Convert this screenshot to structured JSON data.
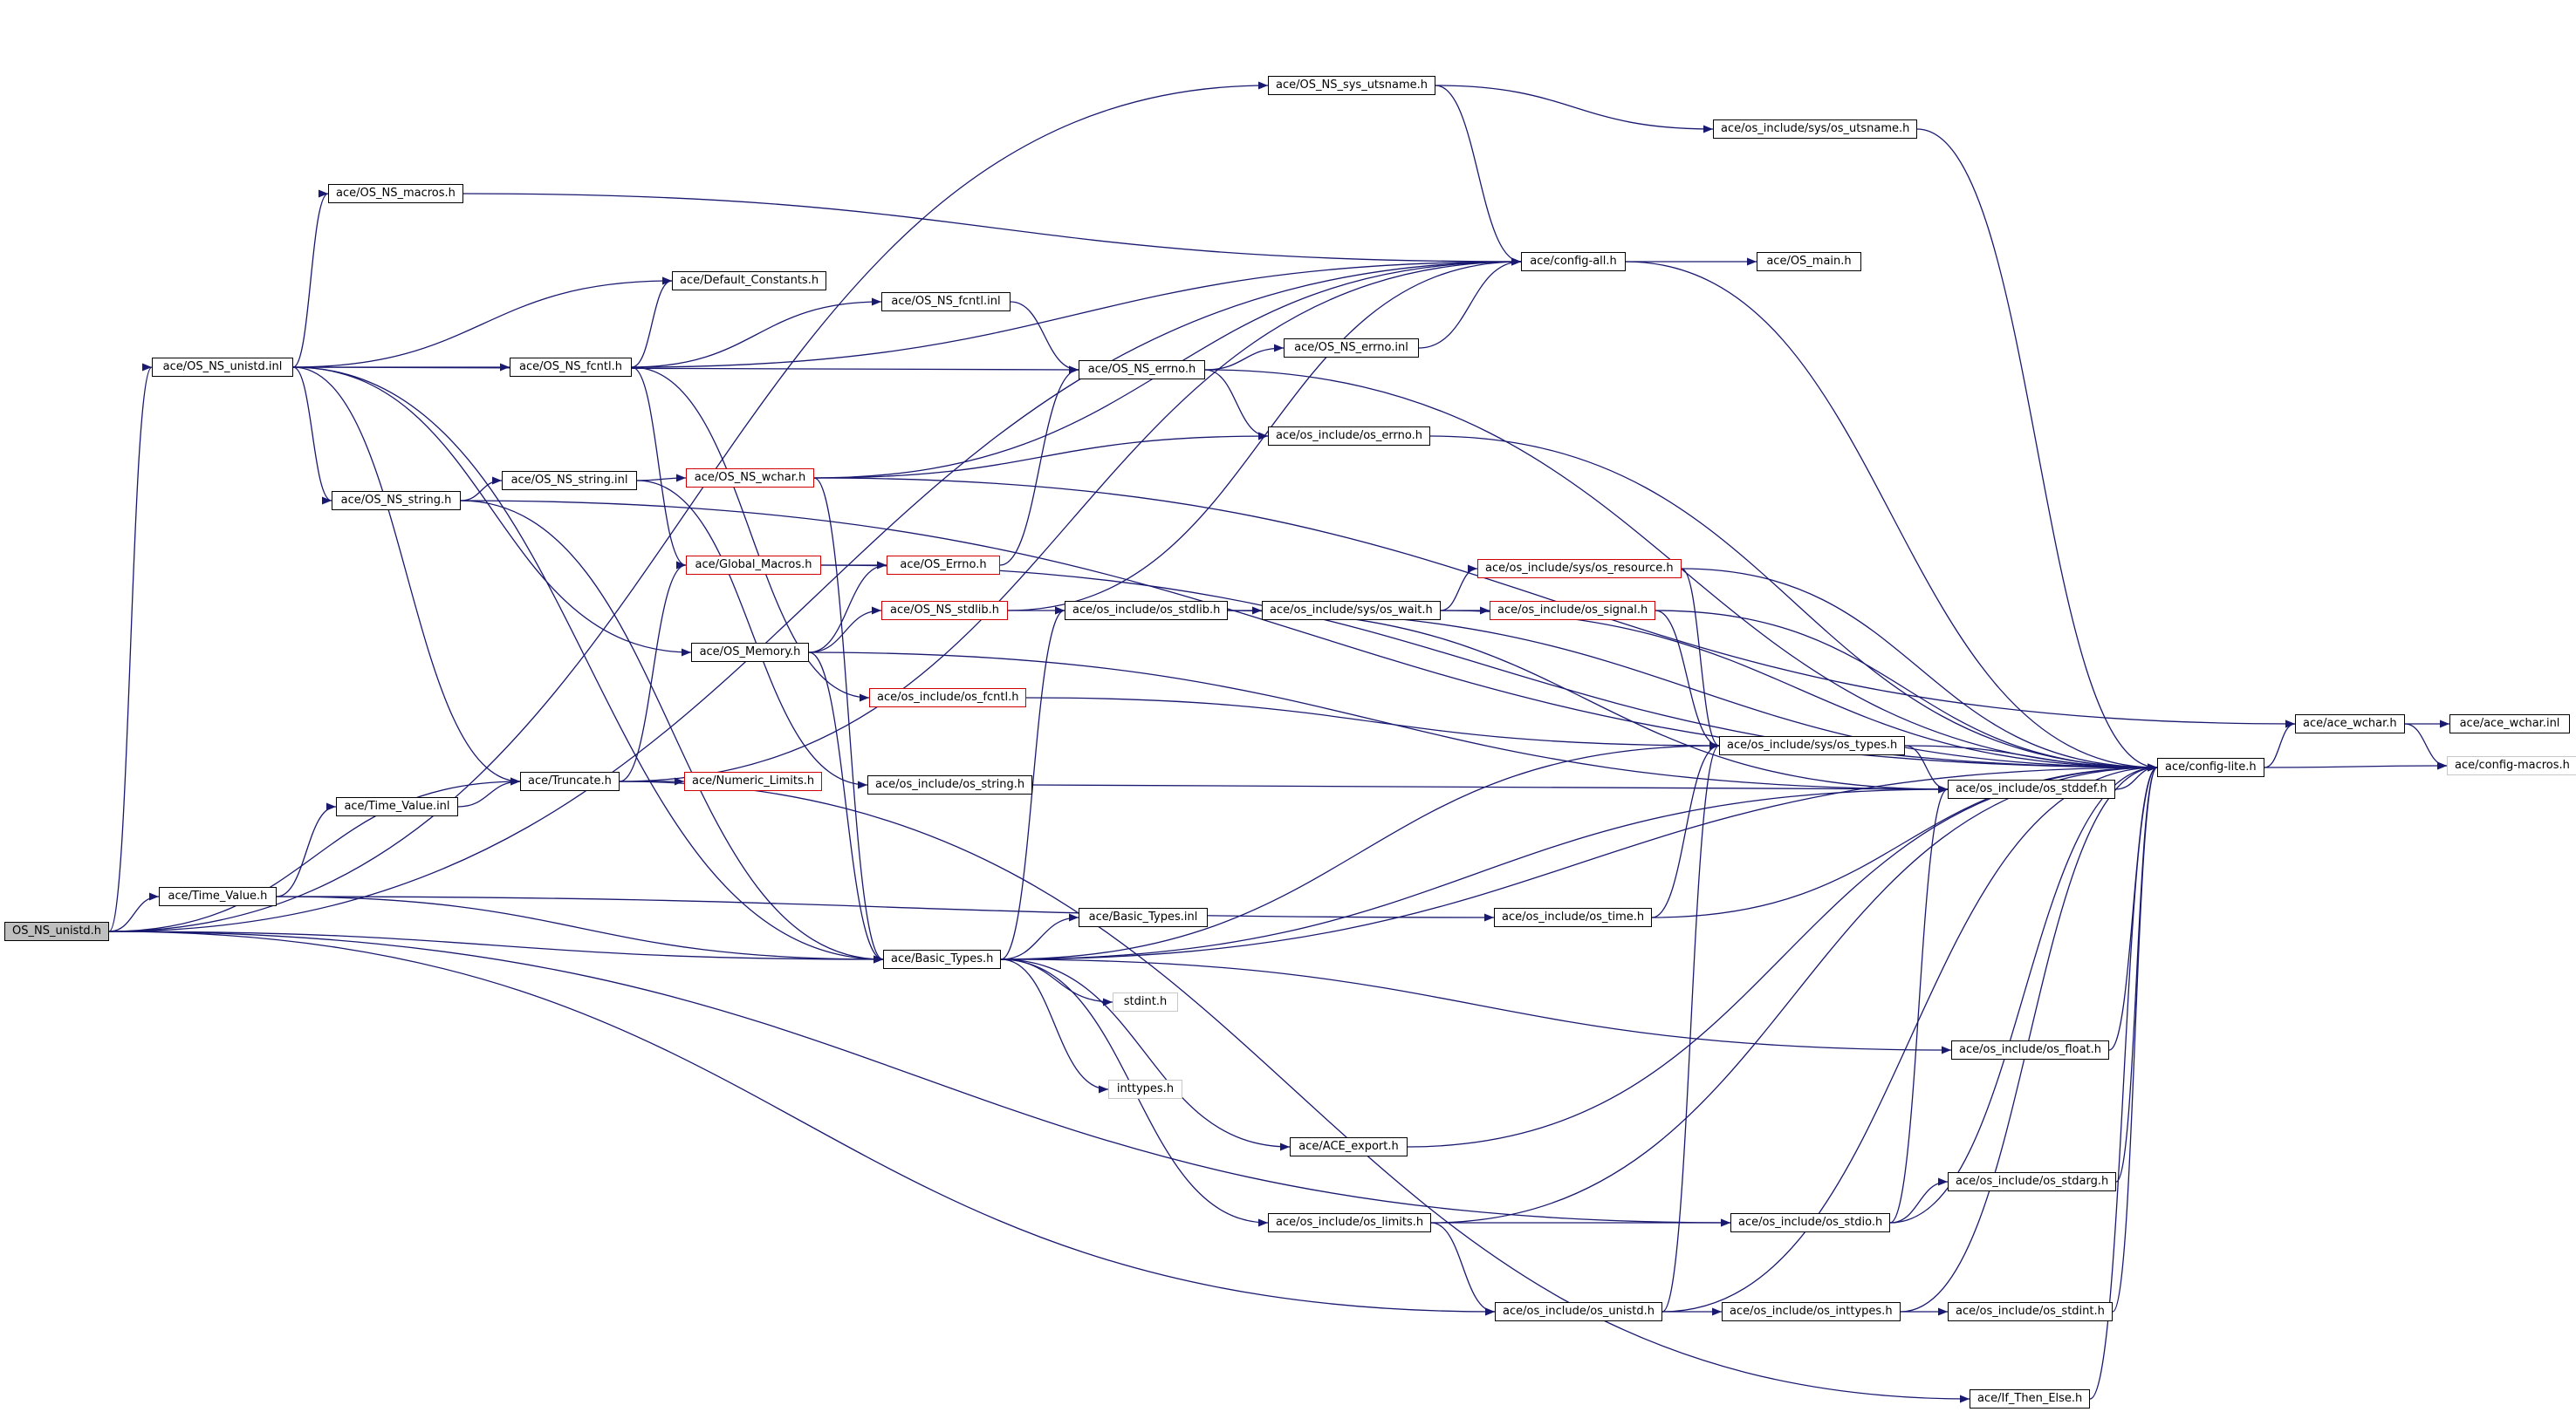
{
  "diagram": {
    "title": "",
    "nodes": [
      {
        "id": "root",
        "label": "OS_NS_unistd.h",
        "style": "root"
      },
      {
        "id": "utsname",
        "label": "ace/OS_NS_sys_utsname.h",
        "style": "normal"
      },
      {
        "id": "os_utsname",
        "label": "ace/os_include/sys/os_utsname.h",
        "style": "normal"
      },
      {
        "id": "macros",
        "label": "ace/OS_NS_macros.h",
        "style": "normal"
      },
      {
        "id": "configall",
        "label": "ace/config-all.h",
        "style": "normal"
      },
      {
        "id": "osmain",
        "label": "ace/OS_main.h",
        "style": "normal"
      },
      {
        "id": "defconst",
        "label": "ace/Default_Constants.h",
        "style": "normal"
      },
      {
        "id": "fcntlinl",
        "label": "ace/OS_NS_fcntl.inl",
        "style": "normal"
      },
      {
        "id": "unistdinl",
        "label": "ace/OS_NS_unistd.inl",
        "style": "normal"
      },
      {
        "id": "fcntl",
        "label": "ace/OS_NS_fcntl.h",
        "style": "normal"
      },
      {
        "id": "errno",
        "label": "ace/OS_NS_errno.h",
        "style": "normal"
      },
      {
        "id": "errnoinl",
        "label": "ace/OS_NS_errno.inl",
        "style": "normal"
      },
      {
        "id": "oserrno",
        "label": "ace/os_include/os_errno.h",
        "style": "normal"
      },
      {
        "id": "string",
        "label": "ace/OS_NS_string.h",
        "style": "normal"
      },
      {
        "id": "stringinl",
        "label": "ace/OS_NS_string.inl",
        "style": "normal"
      },
      {
        "id": "wchar",
        "label": "ace/OS_NS_wchar.h",
        "style": "red"
      },
      {
        "id": "globalmacros",
        "label": "ace/Global_Macros.h",
        "style": "red"
      },
      {
        "id": "oserrnoclass",
        "label": "ace/OS_Errno.h",
        "style": "red"
      },
      {
        "id": "resource",
        "label": "ace/os_include/sys/os_resource.h",
        "style": "red"
      },
      {
        "id": "stdlib",
        "label": "ace/OS_NS_stdlib.h",
        "style": "red"
      },
      {
        "id": "osstdlib",
        "label": "ace/os_include/os_stdlib.h",
        "style": "normal"
      },
      {
        "id": "oswait",
        "label": "ace/os_include/sys/os_wait.h",
        "style": "normal"
      },
      {
        "id": "ossignal",
        "label": "ace/os_include/os_signal.h",
        "style": "red"
      },
      {
        "id": "memory",
        "label": "ace/OS_Memory.h",
        "style": "normal"
      },
      {
        "id": "osfcntl",
        "label": "ace/os_include/os_fcntl.h",
        "style": "red"
      },
      {
        "id": "acewchar",
        "label": "ace/ace_wchar.h",
        "style": "normal"
      },
      {
        "id": "acewcharinl",
        "label": "ace/ace_wchar.inl",
        "style": "normal"
      },
      {
        "id": "ostypes",
        "label": "ace/os_include/sys/os_types.h",
        "style": "normal"
      },
      {
        "id": "configlite",
        "label": "ace/config-lite.h",
        "style": "normal"
      },
      {
        "id": "configmacros",
        "label": "ace/config-macros.h",
        "style": "gray"
      },
      {
        "id": "tvinl",
        "label": "ace/Time_Value.inl",
        "style": "normal"
      },
      {
        "id": "truncate",
        "label": "ace/Truncate.h",
        "style": "normal"
      },
      {
        "id": "numlimits",
        "label": "ace/Numeric_Limits.h",
        "style": "red"
      },
      {
        "id": "osstring",
        "label": "ace/os_include/os_string.h",
        "style": "normal"
      },
      {
        "id": "osstddef",
        "label": "ace/os_include/os_stddef.h",
        "style": "normal"
      },
      {
        "id": "tv",
        "label": "ace/Time_Value.h",
        "style": "normal"
      },
      {
        "id": "ostime",
        "label": "ace/os_include/os_time.h",
        "style": "normal"
      },
      {
        "id": "btinl",
        "label": "ace/Basic_Types.inl",
        "style": "normal"
      },
      {
        "id": "bt",
        "label": "ace/Basic_Types.h",
        "style": "normal"
      },
      {
        "id": "stdint",
        "label": "stdint.h",
        "style": "gray"
      },
      {
        "id": "osfloat",
        "label": "ace/os_include/os_float.h",
        "style": "normal"
      },
      {
        "id": "inttypes",
        "label": "inttypes.h",
        "style": "gray"
      },
      {
        "id": "aceexport",
        "label": "ace/ACE_export.h",
        "style": "normal"
      },
      {
        "id": "osstdarg",
        "label": "ace/os_include/os_stdarg.h",
        "style": "normal"
      },
      {
        "id": "oslimits",
        "label": "ace/os_include/os_limits.h",
        "style": "normal"
      },
      {
        "id": "osstdio",
        "label": "ace/os_include/os_stdio.h",
        "style": "normal"
      },
      {
        "id": "osunistd",
        "label": "ace/os_include/os_unistd.h",
        "style": "normal"
      },
      {
        "id": "osinttypes",
        "label": "ace/os_include/os_inttypes.h",
        "style": "normal"
      },
      {
        "id": "osstdint",
        "label": "ace/os_include/os_stdint.h",
        "style": "normal"
      },
      {
        "id": "ifthenelse",
        "label": "ace/If_Then_Else.h",
        "style": "normal"
      }
    ],
    "edges": [
      [
        "root",
        "unistdinl"
      ],
      [
        "root",
        "tv"
      ],
      [
        "root",
        "bt"
      ],
      [
        "root",
        "utsname"
      ],
      [
        "root",
        "configall"
      ],
      [
        "root",
        "truncate"
      ],
      [
        "root",
        "osstdio"
      ],
      [
        "root",
        "osunistd"
      ],
      [
        "unistdinl",
        "macros"
      ],
      [
        "unistdinl",
        "defconst"
      ],
      [
        "unistdinl",
        "fcntl"
      ],
      [
        "unistdinl",
        "errno"
      ],
      [
        "unistdinl",
        "string"
      ],
      [
        "unistdinl",
        "memory"
      ],
      [
        "unistdinl",
        "truncate"
      ],
      [
        "unistdinl",
        "bt"
      ],
      [
        "fcntl",
        "defconst"
      ],
      [
        "fcntl",
        "fcntlinl"
      ],
      [
        "fcntl",
        "globalmacros"
      ],
      [
        "fcntl",
        "configall"
      ],
      [
        "fcntl",
        "osfcntl"
      ],
      [
        "fcntlinl",
        "errno"
      ],
      [
        "utsname",
        "os_utsname"
      ],
      [
        "utsname",
        "configall"
      ],
      [
        "os_utsname",
        "configlite"
      ],
      [
        "macros",
        "configall"
      ],
      [
        "configall",
        "osmain"
      ],
      [
        "configall",
        "configlite"
      ],
      [
        "errno",
        "errnoinl"
      ],
      [
        "errno",
        "oserrno"
      ],
      [
        "errno",
        "configlite"
      ],
      [
        "errnoinl",
        "configall"
      ],
      [
        "oserrno",
        "configlite"
      ],
      [
        "string",
        "stringinl"
      ],
      [
        "string",
        "configlite"
      ],
      [
        "string",
        "bt"
      ],
      [
        "stringinl",
        "wchar"
      ],
      [
        "stringinl",
        "osstring"
      ],
      [
        "wchar",
        "configall"
      ],
      [
        "wchar",
        "oserrno"
      ],
      [
        "wchar",
        "acewchar"
      ],
      [
        "wchar",
        "bt"
      ],
      [
        "globalmacros",
        "oserrnoclass"
      ],
      [
        "globalmacros",
        "configlite"
      ],
      [
        "oserrnoclass",
        "errno"
      ],
      [
        "memory",
        "oserrnoclass"
      ],
      [
        "memory",
        "stdlib"
      ],
      [
        "memory",
        "osstddef"
      ],
      [
        "memory",
        "bt"
      ],
      [
        "stdlib",
        "osstdlib"
      ],
      [
        "stdlib",
        "configall"
      ],
      [
        "osstdlib",
        "oswait"
      ],
      [
        "osstdlib",
        "configlite"
      ],
      [
        "osstdlib",
        "osstddef"
      ],
      [
        "oswait",
        "resource"
      ],
      [
        "oswait",
        "ossignal"
      ],
      [
        "oswait",
        "configlite"
      ],
      [
        "resource",
        "ostypes"
      ],
      [
        "resource",
        "configlite"
      ],
      [
        "ossignal",
        "ostypes"
      ],
      [
        "ossignal",
        "configlite"
      ],
      [
        "osfcntl",
        "ostypes"
      ],
      [
        "ostypes",
        "osstddef"
      ],
      [
        "ostypes",
        "configlite"
      ],
      [
        "osstddef",
        "configlite"
      ],
      [
        "acewchar",
        "acewcharinl"
      ],
      [
        "acewchar",
        "configmacros"
      ],
      [
        "configlite",
        "acewchar"
      ],
      [
        "configlite",
        "configmacros"
      ],
      [
        "tv",
        "tvinl"
      ],
      [
        "tv",
        "bt"
      ],
      [
        "tv",
        "ostime"
      ],
      [
        "tvinl",
        "truncate"
      ],
      [
        "truncate",
        "globalmacros"
      ],
      [
        "truncate",
        "numlimits"
      ],
      [
        "truncate",
        "configall"
      ],
      [
        "truncate",
        "ifthenelse"
      ],
      [
        "osstring",
        "osstddef"
      ],
      [
        "ostime",
        "ostypes"
      ],
      [
        "ostime",
        "configlite"
      ],
      [
        "bt",
        "btinl"
      ],
      [
        "bt",
        "stdint"
      ],
      [
        "bt",
        "inttypes"
      ],
      [
        "bt",
        "osstdlib"
      ],
      [
        "bt",
        "ostypes"
      ],
      [
        "bt",
        "osstddef"
      ],
      [
        "bt",
        "configlite"
      ],
      [
        "bt",
        "osfloat"
      ],
      [
        "bt",
        "aceexport"
      ],
      [
        "bt",
        "oslimits"
      ],
      [
        "osfloat",
        "configlite"
      ],
      [
        "aceexport",
        "configlite"
      ],
      [
        "oslimits",
        "osstdio"
      ],
      [
        "oslimits",
        "osunistd"
      ],
      [
        "oslimits",
        "configlite"
      ],
      [
        "osstdio",
        "osstdarg"
      ],
      [
        "osstdio",
        "osstddef"
      ],
      [
        "osstdio",
        "configlite"
      ],
      [
        "osstdarg",
        "configlite"
      ],
      [
        "osunistd",
        "osinttypes"
      ],
      [
        "osunistd",
        "ostypes"
      ],
      [
        "osunistd",
        "configlite"
      ],
      [
        "osinttypes",
        "osstdint"
      ],
      [
        "osinttypes",
        "configlite"
      ],
      [
        "osstdint",
        "configlite"
      ],
      [
        "ifthenelse",
        "configlite"
      ]
    ],
    "colors": {
      "edge": "#191970",
      "node_border": "#000000",
      "external_border": "#d00000",
      "system_border": "#c8c8c8",
      "root_fill": "#bfbfbf"
    }
  }
}
